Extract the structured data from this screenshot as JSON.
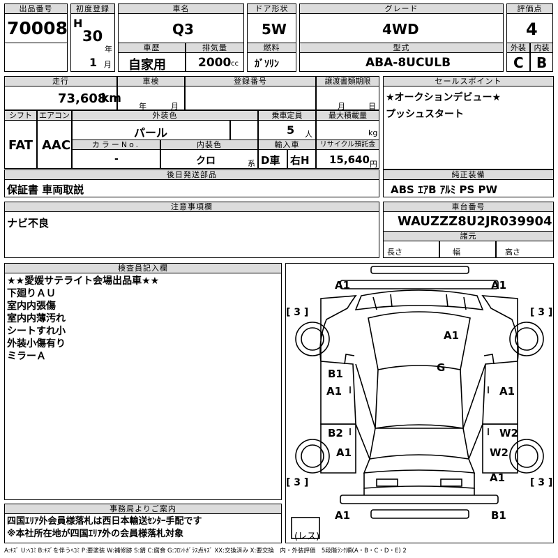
{
  "lot": {
    "label": "出品番号",
    "value": "70008"
  },
  "first_reg": {
    "label": "初度登録",
    "era": "H",
    "year": "30",
    "year_unit": "年",
    "month": "1",
    "month_unit": "月"
  },
  "car_name": {
    "label": "車名",
    "value": "Q3"
  },
  "door": {
    "label": "ドア形状",
    "value": "5W"
  },
  "grade": {
    "label": "グレード",
    "value": "4WD"
  },
  "score": {
    "label": "評価点",
    "value": "4"
  },
  "history": {
    "label": "車歴",
    "value": "自家用"
  },
  "displacement": {
    "label": "排気量",
    "value": "2000",
    "unit": "cc"
  },
  "fuel": {
    "label": "燃料",
    "value": "ｶﾞｿﾘﾝ"
  },
  "model_code": {
    "label": "型式",
    "value": "ABA-8UCULB"
  },
  "exterior": {
    "label": "外装",
    "value": "C"
  },
  "interior": {
    "label": "内装",
    "value": "B"
  },
  "mileage": {
    "label": "走行",
    "value": "73,608",
    "unit": "km"
  },
  "inspection": {
    "label": "車検",
    "year_unit": "年",
    "month_unit": "月"
  },
  "reg_no": {
    "label": "登録番号"
  },
  "transfer": {
    "label": "譲渡書類期限",
    "month_unit": "月",
    "day_unit": "日"
  },
  "sales_point": {
    "label": "セールスポイント",
    "lines": [
      "★オークションデビュー★",
      "プッシュスタート"
    ]
  },
  "shift": {
    "label": "シフト",
    "value": "FAT"
  },
  "aircon": {
    "label": "エアコン",
    "value": "AAC"
  },
  "ext_color": {
    "label": "外装色",
    "value": "パール"
  },
  "capacity": {
    "label": "乗車定員",
    "value": "5",
    "unit": "人"
  },
  "max_load": {
    "label": "最大積載量",
    "unit": "kg"
  },
  "color_no": {
    "label": "カラーNo.",
    "value": "-"
  },
  "int_color": {
    "label": "内装色",
    "value": "クロ",
    "unit": "系"
  },
  "import": {
    "label": "輸入車",
    "value1": "D車",
    "value2": "右H"
  },
  "recycle": {
    "label": "リサイクル預託金",
    "value": "15,640",
    "unit": "円"
  },
  "later_parts": {
    "label": "後日発送部品",
    "value": "保証書 車両取説"
  },
  "equipment": {
    "label": "純正装備",
    "value": "ABS ｴｱB ｱﾙﾐ PS PW"
  },
  "notes": {
    "label": "注意事項欄",
    "value": "ナビ不良"
  },
  "chassis": {
    "label": "車台番号",
    "value": "WAUZZZ8U2JR039904"
  },
  "specs": {
    "label": "諸元",
    "length": "長さ",
    "width": "幅",
    "height": "高さ"
  },
  "inspector": {
    "label": "検査員記入欄",
    "lines": [
      "★★愛媛サテライト会場出品車★★",
      "下廻りＡＵ",
      "室内内張傷",
      "室内内薄汚れ",
      "シートすれ小",
      "外装小傷有り",
      "ミラーＡ"
    ]
  },
  "office": {
    "label": "事務局よりご案内",
    "lines": [
      "四国ｴﾘｱ外会員様落札は西日本輸送ｾﾝﾀｰ手配です",
      "※本社所在地が四国ｴﾘｱ外の会員様落札対象"
    ]
  },
  "diagram": {
    "labels": [
      "A1",
      "A1",
      "A1",
      "G",
      "B1",
      "A1",
      "A1",
      "B2",
      "W2",
      "A1",
      "W2",
      "A1",
      "A1",
      "B1"
    ],
    "tires": [
      "3",
      "3",
      "3",
      "3"
    ],
    "spare": "レス"
  },
  "legend": "A:ｷｽﾞ U:ﾍｺﾐ B:ｷｽﾞを伴うﾍｺﾐ P:要塗装 W:補修跡 S:錆 C:腐食 G:ﾌﾛﾝﾄｶﾞﾗｽ点ｷｽﾞ XX:交換済み X:要交換　内・外装評価　5段階ﾗﾝｸ順(A・B・C・D・E) 2"
}
